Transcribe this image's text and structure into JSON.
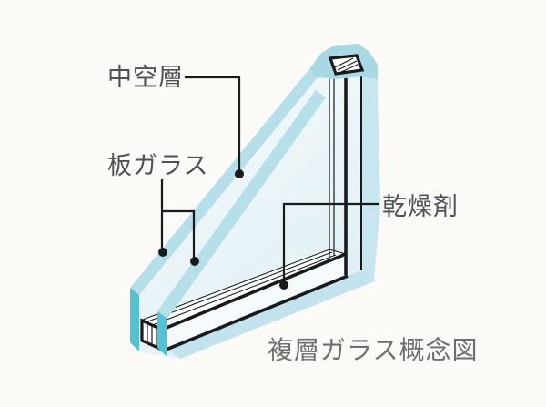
{
  "diagram": {
    "title": "複層ガラス概念図",
    "labels": {
      "air_layer": "中空層",
      "glass_pane": "板ガラス",
      "desiccant": "乾燥剤"
    },
    "caption": "複層ガラス概念図",
    "colors": {
      "background": "#FBFAF6",
      "glass_edge_teal": "#53C3D4",
      "glass_top_lightblue": "#B5DFE9",
      "apex_lightblue": "#A9D8E5",
      "side_band_lightblue": "#C8E6EF",
      "glass_face_light": "#F7FBFD",
      "glass_face_deep": "#DCEEF4",
      "outline_black": "#1A1A1A",
      "label_text": "#4E5257",
      "caption_text": "#6F6F6F"
    }
  }
}
